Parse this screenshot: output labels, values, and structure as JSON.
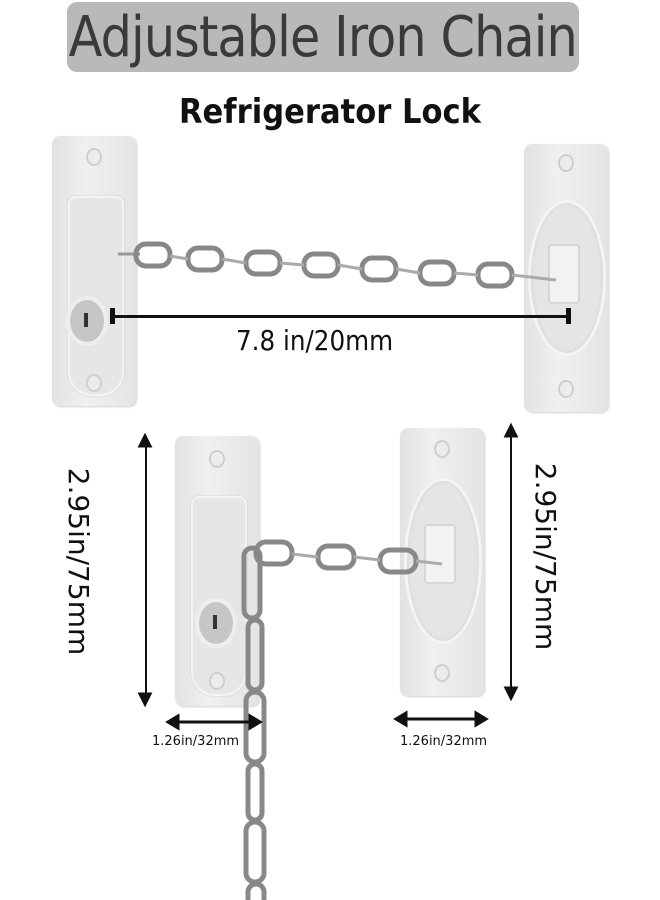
{
  "header": {
    "title": "Adjustable Iron Chain",
    "subtitle": "Refrigerator Lock"
  },
  "dimensions": {
    "chain_length": "7.8 in/20mm",
    "plate_height_left": "2.95in/75mm",
    "plate_height_right": "2.95in/75mm",
    "plate_width_left": "1.26in/32mm",
    "plate_width_right": "1.26in/32mm"
  },
  "colors": {
    "title_bar": "#b9b9b9",
    "title_text": "#3a3a3a",
    "plate": "#e8e8e8",
    "chain": "#8a8a8a"
  }
}
